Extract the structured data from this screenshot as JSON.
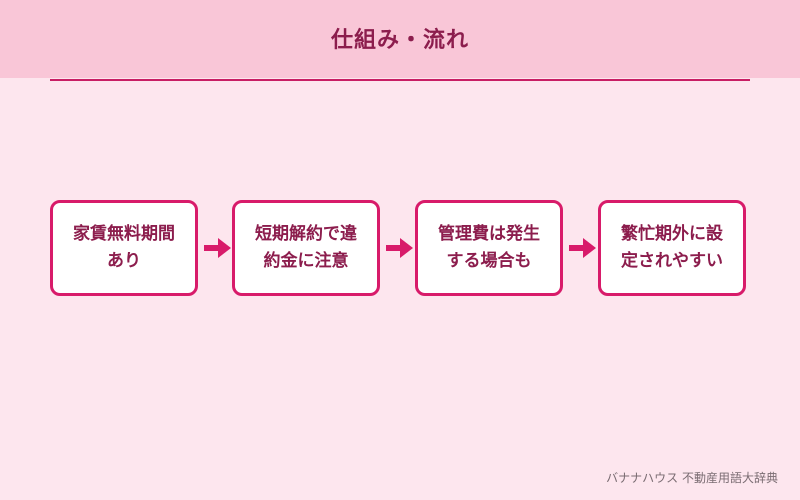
{
  "header": {
    "title": "仕組み・流れ"
  },
  "steps": [
    {
      "line1": "家賃無料期間",
      "line2": "あり"
    },
    {
      "line1": "短期解約で違",
      "line2": "約金に注意"
    },
    {
      "line1": "管理費は発生",
      "line2": "する場合も"
    },
    {
      "line1": "繁忙期外に設",
      "line2": "定されやすい"
    }
  ],
  "footer": {
    "credit": "バナナハウス 不動産用語大辞典"
  },
  "colors": {
    "accent": "#d81b6a",
    "text": "#8c1d4d",
    "header_bg": "#f9c6d7",
    "page_bg": "#fde6ee"
  },
  "icons": {
    "arrow": "arrow-right-icon"
  }
}
